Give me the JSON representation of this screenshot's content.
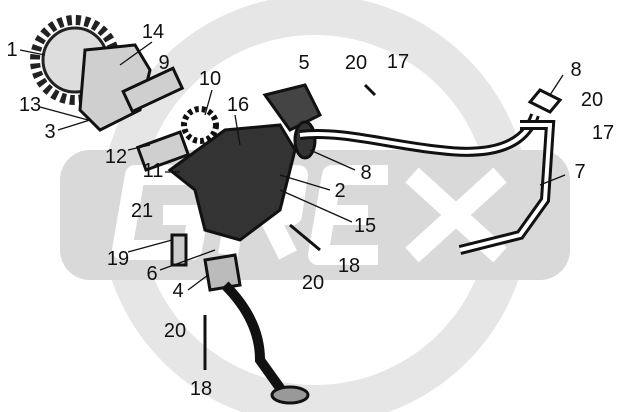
{
  "watermark": {
    "text": "GREX"
  },
  "callouts": [
    {
      "id": "c1",
      "text": "1"
    },
    {
      "id": "c14",
      "text": "14"
    },
    {
      "id": "c9",
      "text": "9"
    },
    {
      "id": "c13",
      "text": "13"
    },
    {
      "id": "c3",
      "text": "3"
    },
    {
      "id": "c12",
      "text": "12"
    },
    {
      "id": "c10",
      "text": "10"
    },
    {
      "id": "c16",
      "text": "16"
    },
    {
      "id": "c5",
      "text": "5"
    },
    {
      "id": "c20a",
      "text": "20"
    },
    {
      "id": "c17a",
      "text": "17"
    },
    {
      "id": "c8a",
      "text": "8"
    },
    {
      "id": "c20b",
      "text": "20"
    },
    {
      "id": "c17b",
      "text": "17"
    },
    {
      "id": "c7",
      "text": "7"
    },
    {
      "id": "c8b",
      "text": "8"
    },
    {
      "id": "c11",
      "text": "11"
    },
    {
      "id": "c2",
      "text": "2"
    },
    {
      "id": "c15",
      "text": "15"
    },
    {
      "id": "c21",
      "text": "21"
    },
    {
      "id": "c19",
      "text": "19"
    },
    {
      "id": "c6",
      "text": "6"
    },
    {
      "id": "c18a",
      "text": "18"
    },
    {
      "id": "c20c",
      "text": "20"
    },
    {
      "id": "c4",
      "text": "4"
    },
    {
      "id": "c20d",
      "text": "20"
    },
    {
      "id": "c18b",
      "text": "18"
    }
  ]
}
